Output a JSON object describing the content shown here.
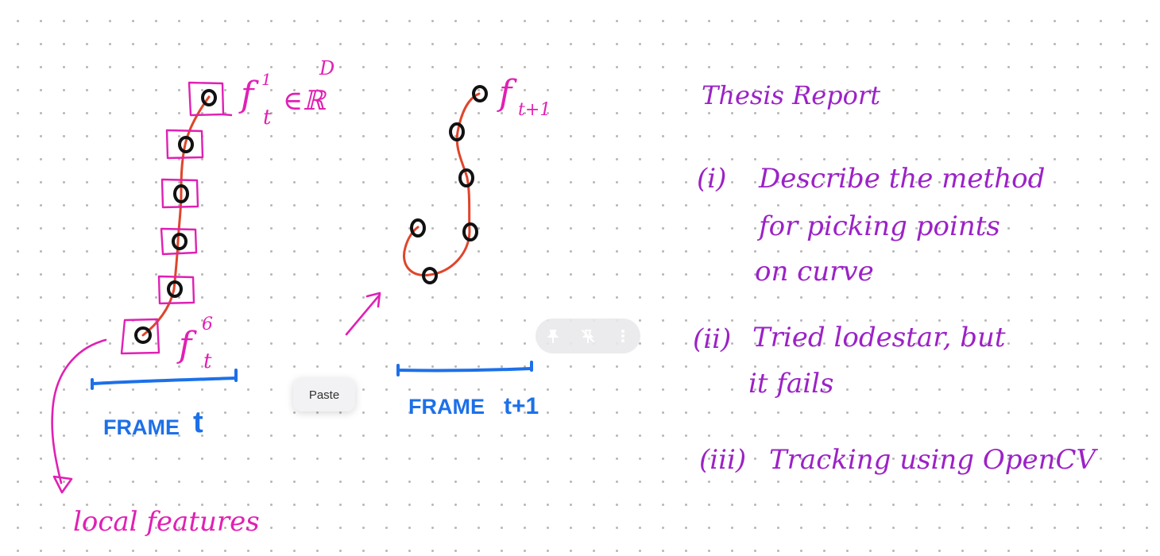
{
  "frame_t": {
    "label": "FRAME",
    "var": "t",
    "feature_top": "f",
    "feature_top_sup": "1",
    "feature_top_sub": "t",
    "feature_top_space": "∈ℝ",
    "feature_top_dim": "D",
    "feature_bottom": "f",
    "feature_bottom_sup": "6",
    "feature_bottom_sub": "t"
  },
  "frame_t1": {
    "label": "FRAME",
    "var": "t+1",
    "feature": "f",
    "feature_sub": "t+1"
  },
  "local_features_label": "local features",
  "notes": {
    "title": "Thesis Report",
    "items": [
      {
        "marker": "(i)",
        "lines": [
          "Describe the method",
          "for picking points",
          "on curve"
        ]
      },
      {
        "marker": "(ii)",
        "lines": [
          "Tried lodestar, but",
          "it fails"
        ]
      },
      {
        "marker": "(iii)",
        "lines": [
          "Tracking using OpenCV"
        ]
      }
    ]
  },
  "context_menu": {
    "paste_label": "Paste"
  },
  "toolbar": {
    "icons": [
      "pin-icon",
      "pin-off-icon",
      "more-vertical-icon"
    ]
  },
  "colors": {
    "pink": "#e020b4",
    "purple": "#9b22c6",
    "blue": "#1d70e8",
    "red_curve": "#e0452b",
    "black": "#111111"
  }
}
